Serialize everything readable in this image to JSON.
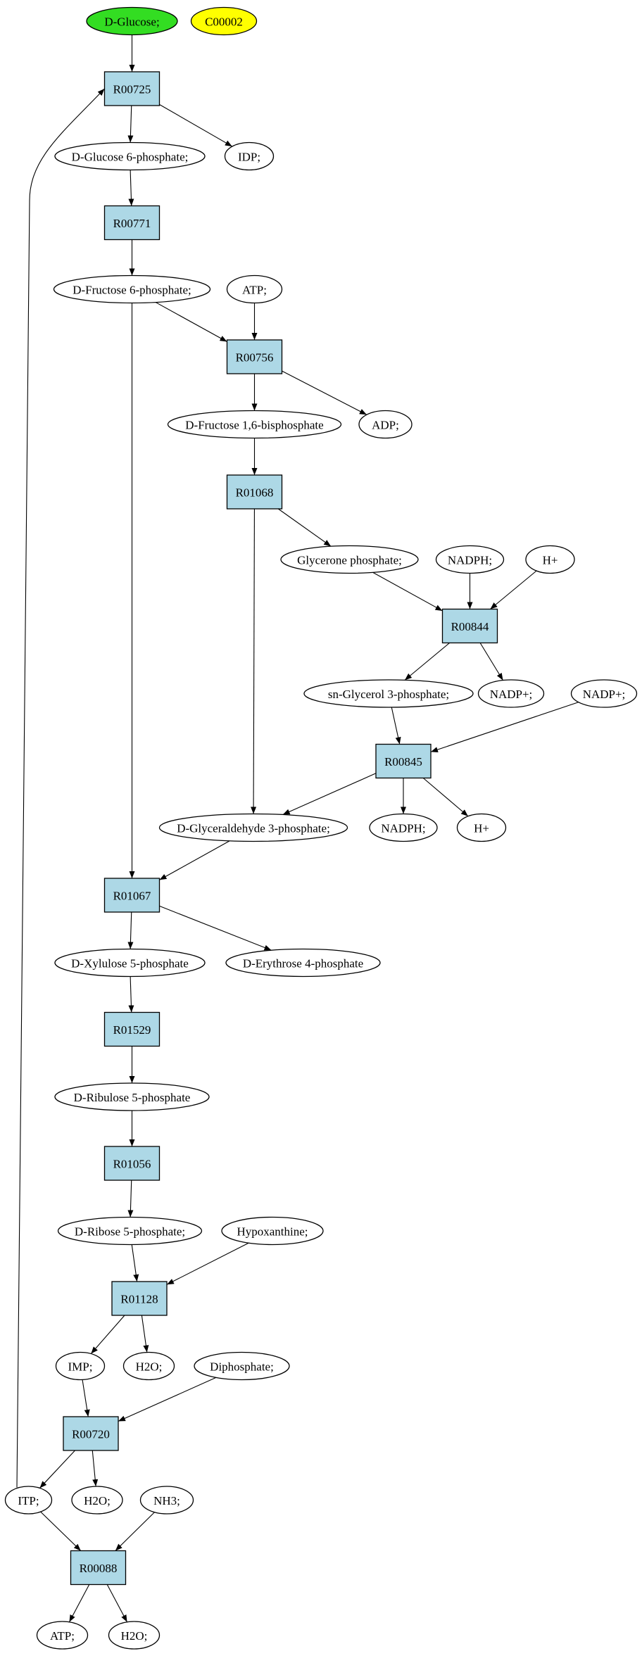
{
  "colors": {
    "compound_fill": "#ffffff",
    "start_fill": "#33dd22",
    "target_fill": "#ffff00",
    "reaction_fill": "#add8e6",
    "stroke": "#000000"
  },
  "nodes": {
    "dglucose": "D-Glucose;",
    "c00002": "C00002",
    "r00725": "R00725",
    "g6p": "D-Glucose 6-phosphate;",
    "idp": "IDP;",
    "r00771": "R00771",
    "f6p": "D-Fructose 6-phosphate;",
    "atp1": "ATP;",
    "r00756": "R00756",
    "f16bp": "D-Fructose 1,6-bisphosphate",
    "adp": "ADP;",
    "r01068": "R01068",
    "glycerone": "Glycerone phosphate;",
    "nadph1": "NADPH;",
    "hplus1": "H+",
    "r00844": "R00844",
    "g3p_sn": "sn-Glycerol 3-phosphate;",
    "nadp1": "NADP+;",
    "nadp2": "NADP+;",
    "r00845": "R00845",
    "gap": "D-Glyceraldehyde 3-phosphate;",
    "nadph2": "NADPH;",
    "hplus2": "H+",
    "r01067": "R01067",
    "x5p": "D-Xylulose 5-phosphate",
    "e4p": "D-Erythrose 4-phosphate",
    "r01529": "R01529",
    "ru5p": "D-Ribulose 5-phosphate",
    "r01056": "R01056",
    "r5p": "D-Ribose 5-phosphate;",
    "hypox": "Hypoxanthine;",
    "r01128": "R01128",
    "imp": "IMP;",
    "h2o1": "H2O;",
    "diphos": "Diphosphate;",
    "r00720": "R00720",
    "itp": "ITP;",
    "h2o2": "H2O;",
    "nh3": "NH3;",
    "r00088": "R00088",
    "atp2": "ATP;",
    "h2o3": "H2O;"
  },
  "edges": [
    [
      "dglucose",
      "r00725"
    ],
    [
      "r00725",
      "g6p"
    ],
    [
      "r00725",
      "idp"
    ],
    [
      "g6p",
      "r00771"
    ],
    [
      "r00771",
      "f6p"
    ],
    [
      "f6p",
      "r00756"
    ],
    [
      "atp1",
      "r00756"
    ],
    [
      "f6p",
      "r01067"
    ],
    [
      "r00756",
      "f16bp"
    ],
    [
      "r00756",
      "adp"
    ],
    [
      "f16bp",
      "r01068"
    ],
    [
      "r01068",
      "glycerone"
    ],
    [
      "r01068",
      "gap"
    ],
    [
      "glycerone",
      "r00844"
    ],
    [
      "nadph1",
      "r00844"
    ],
    [
      "hplus1",
      "r00844"
    ],
    [
      "r00844",
      "g3p_sn"
    ],
    [
      "r00844",
      "nadp1"
    ],
    [
      "g3p_sn",
      "r00845"
    ],
    [
      "nadp2",
      "r00845"
    ],
    [
      "r00845",
      "gap"
    ],
    [
      "r00845",
      "nadph2"
    ],
    [
      "r00845",
      "hplus2"
    ],
    [
      "gap",
      "r01067"
    ],
    [
      "r01067",
      "x5p"
    ],
    [
      "r01067",
      "e4p"
    ],
    [
      "x5p",
      "r01529"
    ],
    [
      "r01529",
      "ru5p"
    ],
    [
      "ru5p",
      "r01056"
    ],
    [
      "r01056",
      "r5p"
    ],
    [
      "r5p",
      "r01128"
    ],
    [
      "hypox",
      "r01128"
    ],
    [
      "r01128",
      "imp"
    ],
    [
      "r01128",
      "h2o1"
    ],
    [
      "imp",
      "r00720"
    ],
    [
      "diphos",
      "r00720"
    ],
    [
      "r00720",
      "itp"
    ],
    [
      "r00720",
      "h2o2"
    ],
    [
      "itp",
      "r00088"
    ],
    [
      "nh3",
      "r00088"
    ],
    [
      "r00088",
      "atp2"
    ],
    [
      "r00088",
      "h2o3"
    ],
    [
      "itp",
      "r00725"
    ]
  ]
}
